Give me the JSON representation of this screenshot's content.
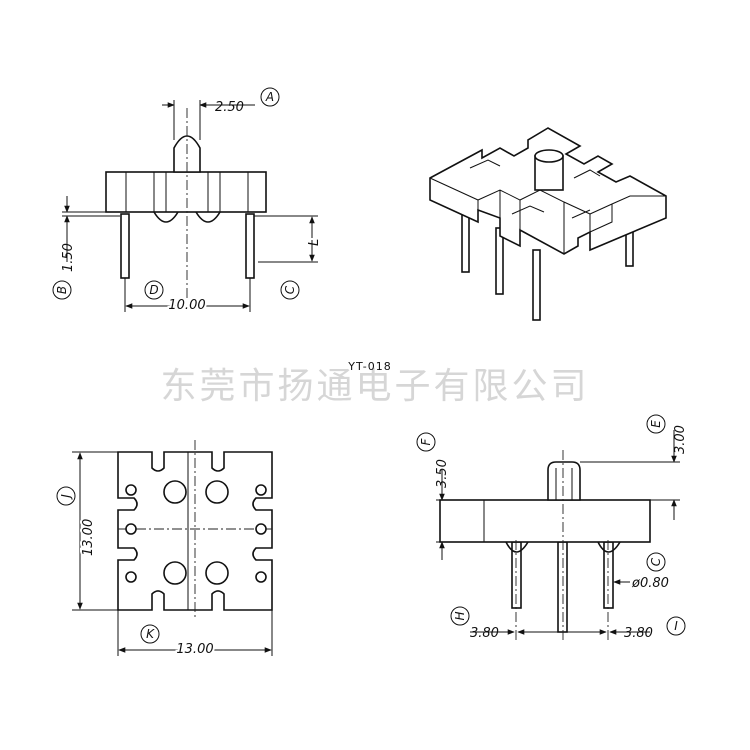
{
  "title": "YT-018",
  "watermark": "东莞市扬通电子有限公司",
  "front_view": {
    "dim_pin_spacing": "10.00",
    "dim_standoff": "1.50",
    "dim_post_width": "2.50",
    "dim_pin_length": "L",
    "ref_post": "A",
    "ref_standoff": "B",
    "ref_pin_len": "C",
    "ref_spacing": "D"
  },
  "top_view": {
    "dim_height": "13.00",
    "dim_width": "13.00",
    "ref_height": "J",
    "ref_width": "K"
  },
  "side_view": {
    "dim_body": "3.50",
    "dim_post": "3.00",
    "dim_pin_dia": "ø0.80",
    "dim_left": "3.80",
    "dim_right": "3.80",
    "ref_body": "F",
    "ref_post": "E",
    "ref_pin_dia": "C",
    "ref_left": "H",
    "ref_right": "I"
  }
}
